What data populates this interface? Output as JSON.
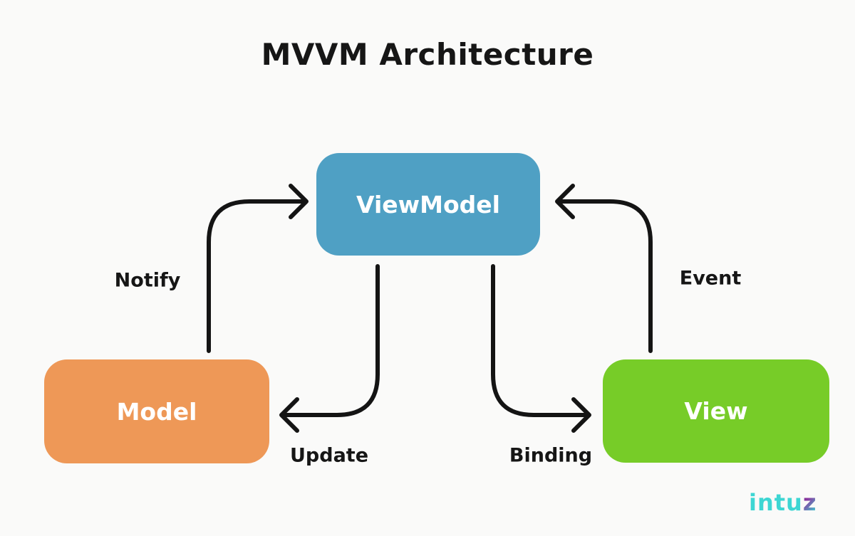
{
  "title": "MVVM Architecture",
  "diagram": {
    "type": "architecture-flow",
    "nodes": {
      "viewmodel": {
        "label": "ViewModel",
        "color": "#4fa0c4"
      },
      "model": {
        "label": "Model",
        "color": "#ee9857"
      },
      "view": {
        "label": "View",
        "color": "#77cc28"
      }
    },
    "edges": {
      "notify": {
        "label": "Notify",
        "from": "Model",
        "to": "ViewModel"
      },
      "update": {
        "label": "Update",
        "from": "ViewModel",
        "to": "Model"
      },
      "binding": {
        "label": "Binding",
        "from": "ViewModel",
        "to": "View"
      },
      "event": {
        "label": "Event",
        "from": "View",
        "to": "ViewModel"
      }
    }
  },
  "logo": {
    "text_main": "intu",
    "text_accent": "z",
    "color_main": "#3dd6d3",
    "color_accent_from": "#6a2c85",
    "color_accent_to": "#3dd6d3"
  },
  "colors": {
    "background": "#fafaf9",
    "arrow": "#141414",
    "text": "#161616"
  }
}
